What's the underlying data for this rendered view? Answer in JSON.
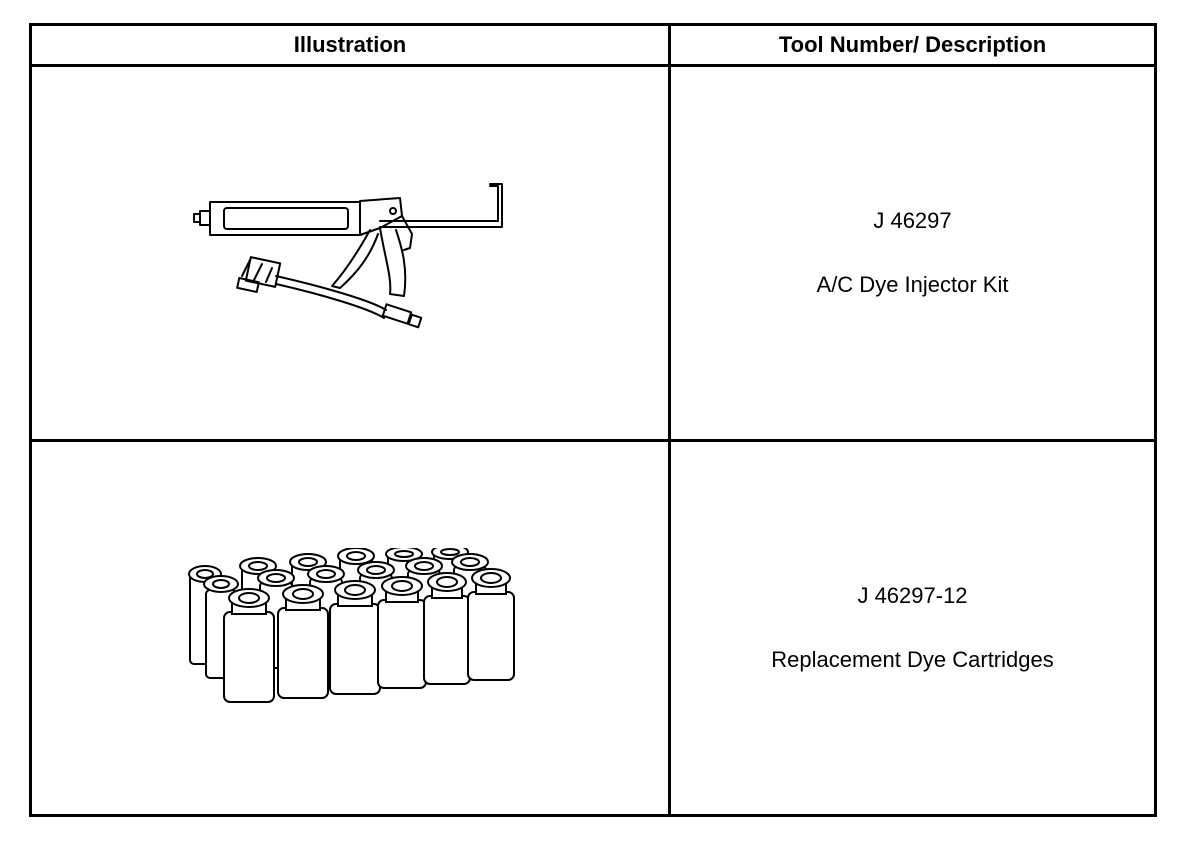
{
  "table": {
    "headers": {
      "illustration": "Illustration",
      "tool": "Tool Number/ Description"
    },
    "rows": [
      {
        "tool_number": "J 46297",
        "description": "A/C Dye Injector Kit",
        "illustration_icon": "dye-injector-gun-icon"
      },
      {
        "tool_number": "J 46297-12",
        "description": "Replacement Dye Cartridges",
        "illustration_icon": "dye-cartridges-icon"
      }
    ]
  }
}
